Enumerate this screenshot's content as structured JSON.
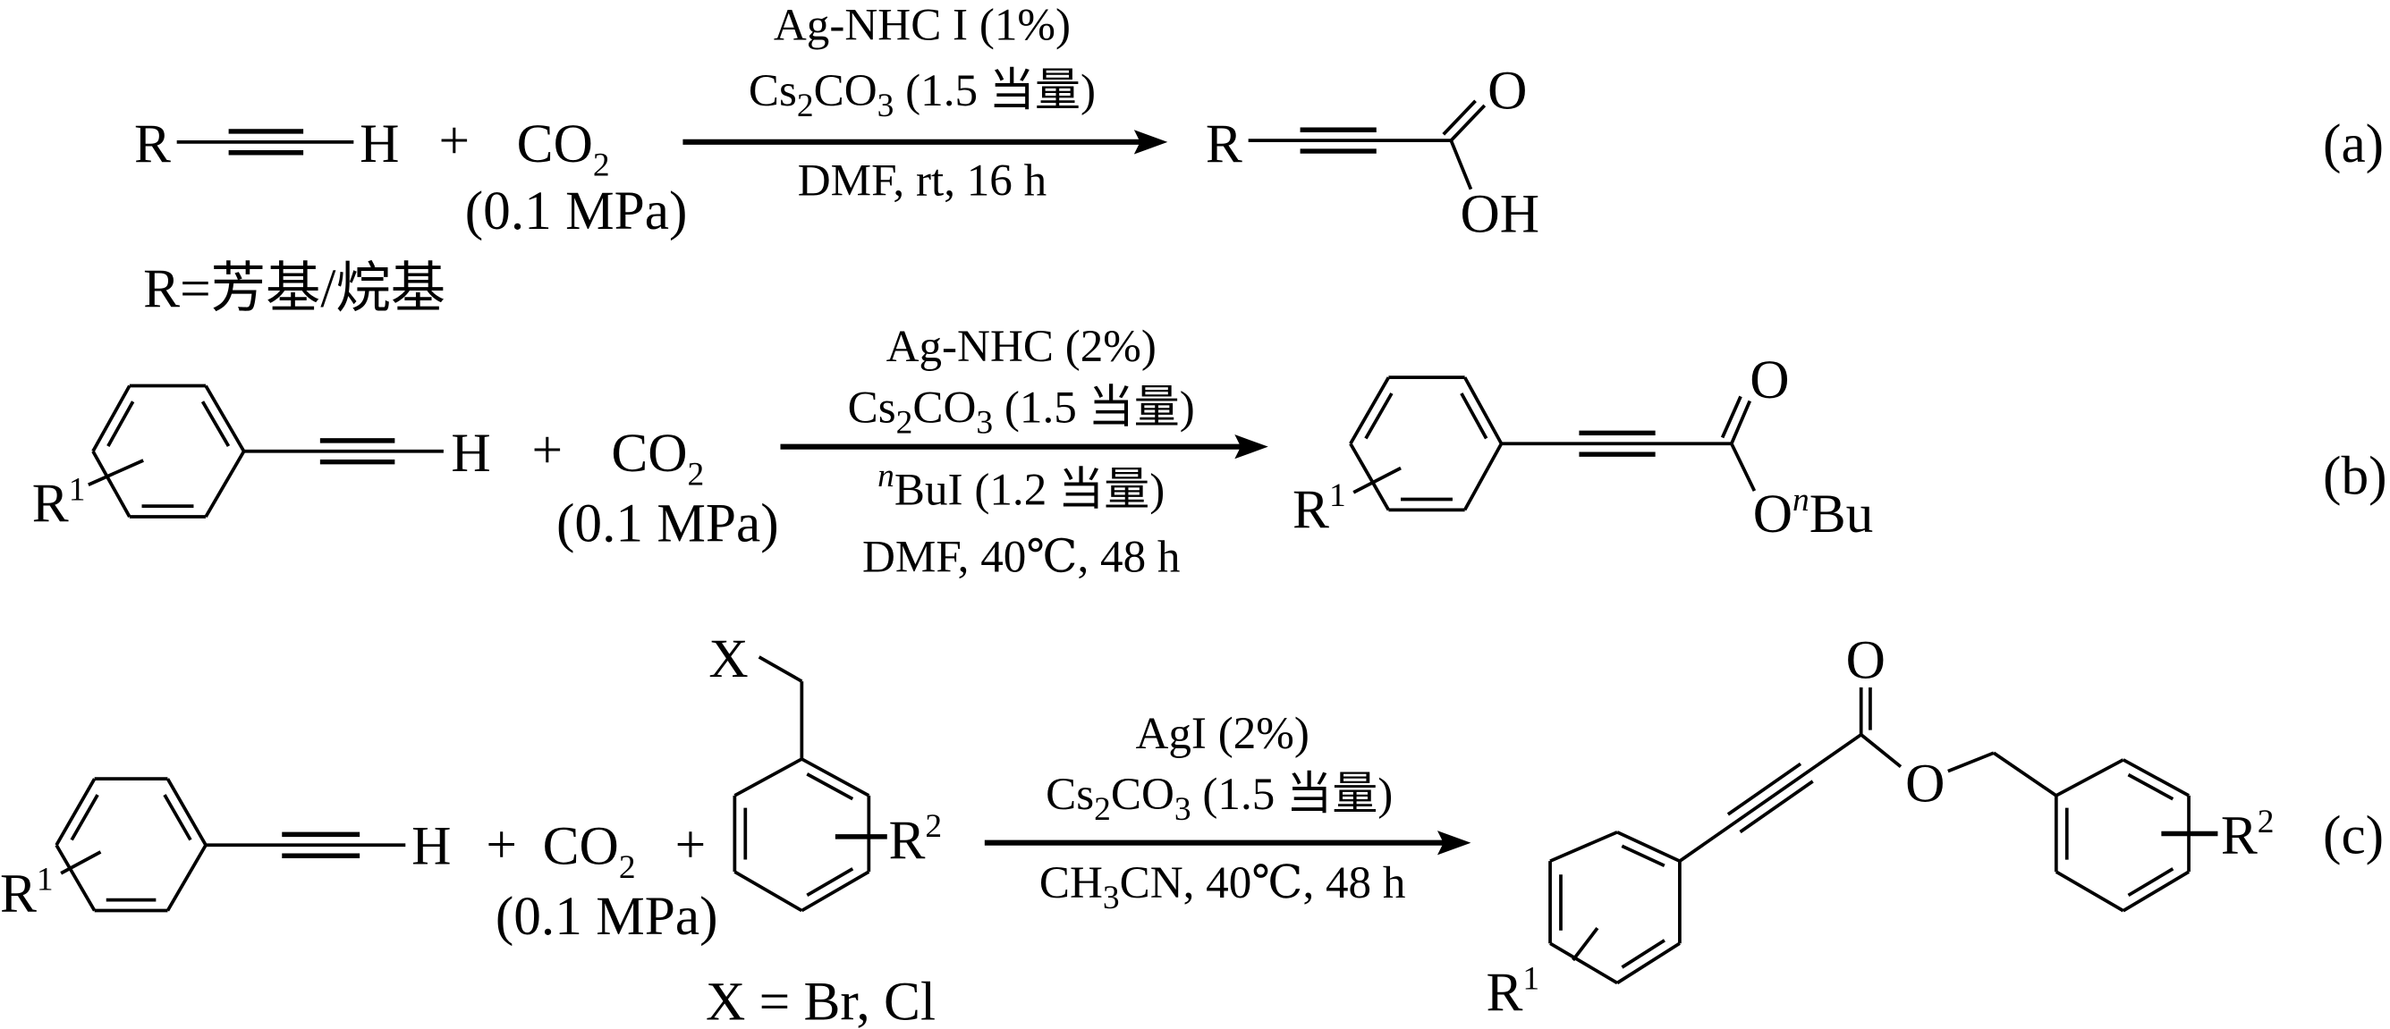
{
  "reaction_a": {
    "tag": "(a)",
    "reactant_r": "R",
    "reactant_h": "H",
    "plus": "+",
    "co2_main": "CO",
    "co2_sub": "2",
    "pressure": "(0.1 MPa)",
    "r_definition": "R=芳基/烷基",
    "conditions": {
      "line1": "Ag-NHC I (1%)",
      "line2_a": "Cs",
      "line2_s1": "2",
      "line2_b": "CO",
      "line2_s2": "3",
      "line2_c": " (1.5 当量)",
      "line3": "DMF, rt, 16 h"
    },
    "product_r": "R",
    "product_o": "O",
    "product_oh": "OH"
  },
  "reaction_b": {
    "tag": "(b)",
    "reactant_r": "R",
    "reactant_r_sup": "1",
    "reactant_h": "H",
    "plus": "+",
    "co2_main": "CO",
    "co2_sub": "2",
    "pressure": "(0.1 MPa)",
    "conditions": {
      "line1": "Ag-NHC (2%)",
      "line2_a": "Cs",
      "line2_s1": "2",
      "line2_b": "CO",
      "line2_s2": "3",
      "line2_c": " (1.5 当量)",
      "line3_sup": "n",
      "line3": "BuI (1.2 当量)",
      "line4": "DMF, 40℃, 48 h"
    },
    "product_r": "R",
    "product_r_sup": "1",
    "product_o": "O",
    "product_ester_o": "O",
    "product_ester_sup": "n",
    "product_ester_bu": "Bu"
  },
  "reaction_c": {
    "tag": "(c)",
    "reactant_r": "R",
    "reactant_r_sup": "1",
    "reactant_h": "H",
    "plus1": "+",
    "co2_main": "CO",
    "co2_sub": "2",
    "plus2": "+",
    "pressure": "(0.1 MPa)",
    "benzyl_x": "X",
    "benzyl_r": "R",
    "benzyl_r_sup": "2",
    "x_definition": "X = Br, Cl",
    "conditions": {
      "line1": "AgI (2%)",
      "line2_a": "Cs",
      "line2_s1": "2",
      "line2_b": "CO",
      "line2_s2": "3",
      "line2_c": " (1.5 当量)",
      "line3_a": "CH",
      "line3_s": "3",
      "line3_b": "CN, 40℃, 48 h"
    },
    "product_o_carbonyl": "O",
    "product_o_ester": "O",
    "product_r1": "R",
    "product_r1_sup": "1",
    "product_r2": "R",
    "product_r2_sup": "2"
  }
}
